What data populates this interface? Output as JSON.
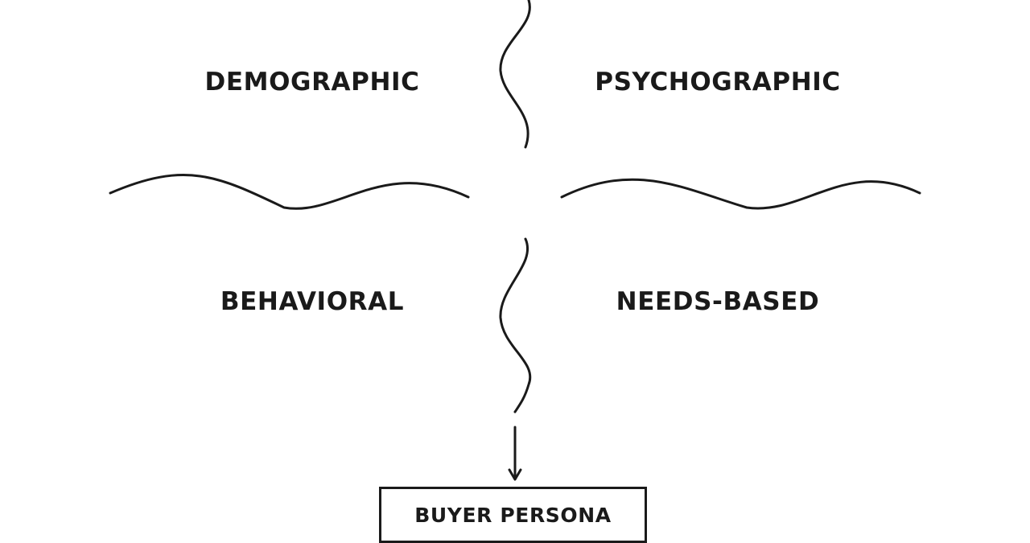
{
  "quadrants": {
    "top_left": "DEMOGRAPHIC",
    "top_right": "PSYCHOGRAPHIC",
    "bottom_left": "BEHAVIORAL",
    "bottom_right": "NEEDS-BASED"
  },
  "result": {
    "label": "BUYER PERSONA"
  },
  "colors": {
    "stroke": "#1a1a1a",
    "background": "#ffffff"
  }
}
